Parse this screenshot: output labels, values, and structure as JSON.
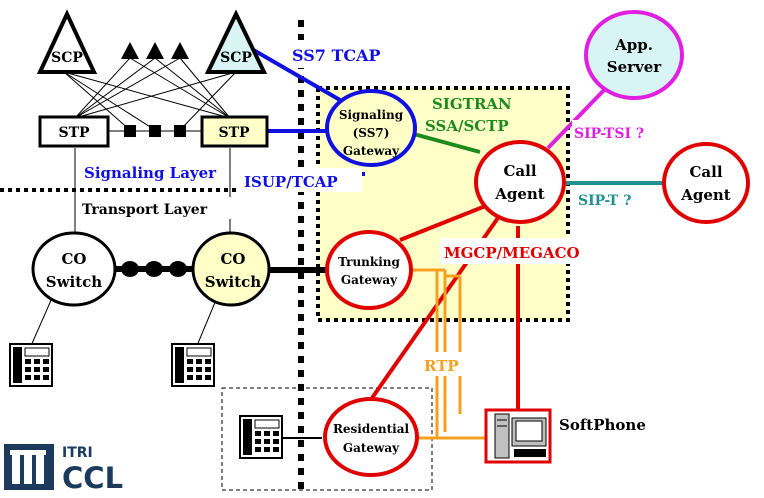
{
  "nodes": {
    "scp_left": "SCP",
    "scp_right": "SCP",
    "stp_left": "STP",
    "stp_right": "STP",
    "sig_gw_l1": "Signaling",
    "sig_gw_l2": "(SS7)",
    "sig_gw_l3": "Gateway",
    "call_agent_main_l1": "Call",
    "call_agent_main_l2": "Agent",
    "call_agent_right_l1": "Call",
    "call_agent_right_l2": "Agent",
    "app_server_l1": "App.",
    "app_server_l2": "Server",
    "co_left_l1": "CO",
    "co_left_l2": "Switch",
    "co_right_l1": "CO",
    "co_right_l2": "Switch",
    "trunk_gw_l1": "Trunking",
    "trunk_gw_l2": "Gateway",
    "res_gw_l1": "Residential",
    "res_gw_l2": "Gateway",
    "softphone": "SoftPhone"
  },
  "labels": {
    "ss7_tcap": "SS7 TCAP",
    "sigtran_l1": "SIGTRAN",
    "sigtran_l2": "SSA/SCTP",
    "sip_tsi": "SIP-TSI ?",
    "sip_t": "SIP-T ?",
    "isup_tcap": "ISUP/TCAP",
    "mgcp_megaco": "MGCP/MEGACO",
    "rtp": "RTP",
    "signaling_layer": "Signaling Layer",
    "transport_layer": "Transport Layer"
  },
  "logo": {
    "line1": "ITRI",
    "line2": "CCL"
  },
  "colors": {
    "blue": "#1010e0",
    "red": "#e00000",
    "green": "#1e8a1e",
    "magenta": "#e020e0",
    "teal": "#209090",
    "orange": "#f5a020",
    "yellow_fill": "#ffffc8",
    "cyan_fill": "#d8f4f4"
  }
}
